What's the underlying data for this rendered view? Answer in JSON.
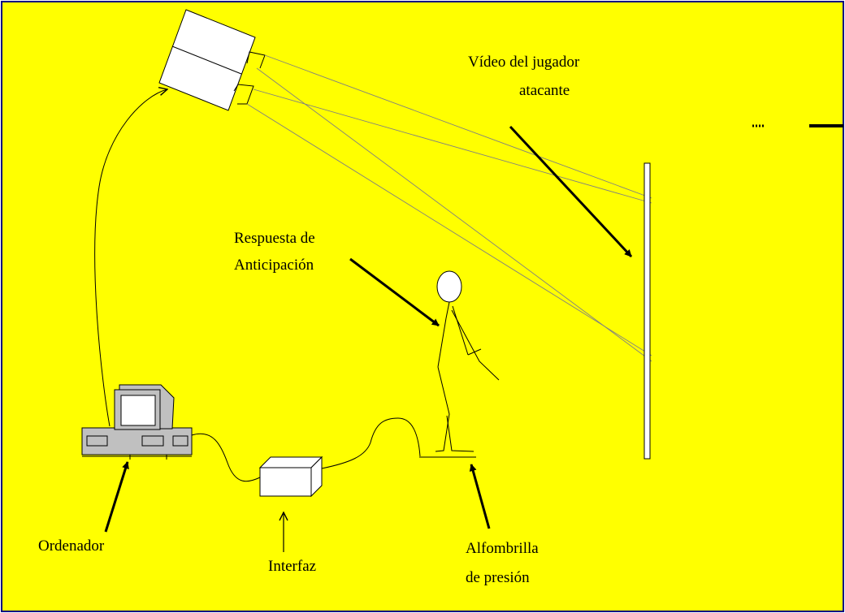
{
  "colors": {
    "background": "#ffff00",
    "frame": "#000080",
    "ink": "#000000",
    "fill_white": "#ffffff",
    "monitor_grey": "#c0c0c0"
  },
  "labels": {
    "video_line1": "Vídeo del jugador",
    "video_line2": "atacante",
    "response_line1": "Respuesta de",
    "response_line2": "Anticipación",
    "computer": "Ordenador",
    "interface": "Interfaz",
    "mat_line1": "Alfombrilla",
    "mat_line2": "de presión"
  },
  "icons": {
    "projector": "projector-icon",
    "computer": "computer-icon",
    "interface": "interface-box-icon",
    "person": "stick-figure-icon",
    "screen": "projection-screen-icon",
    "mat": "pressure-mat-icon"
  }
}
